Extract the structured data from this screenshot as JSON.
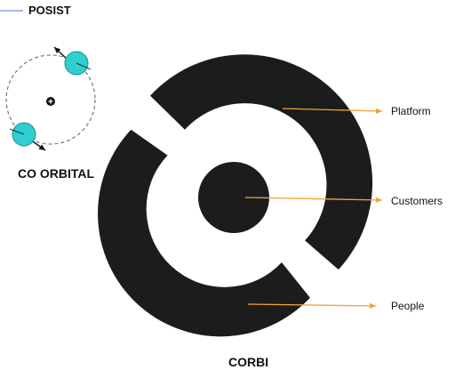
{
  "header": {
    "title": "POSIST"
  },
  "orbital": {
    "caption": "CO ORBITAL"
  },
  "corbi": {
    "caption": "CORBI",
    "labels": {
      "platform": "Platform",
      "customers": "Customers",
      "people": "People"
    }
  },
  "colors": {
    "ring": "#1c1c1c",
    "arrow": "#f2a33a",
    "orbit_ball": "#2fcfcf",
    "header_line": "#4a78c8"
  }
}
